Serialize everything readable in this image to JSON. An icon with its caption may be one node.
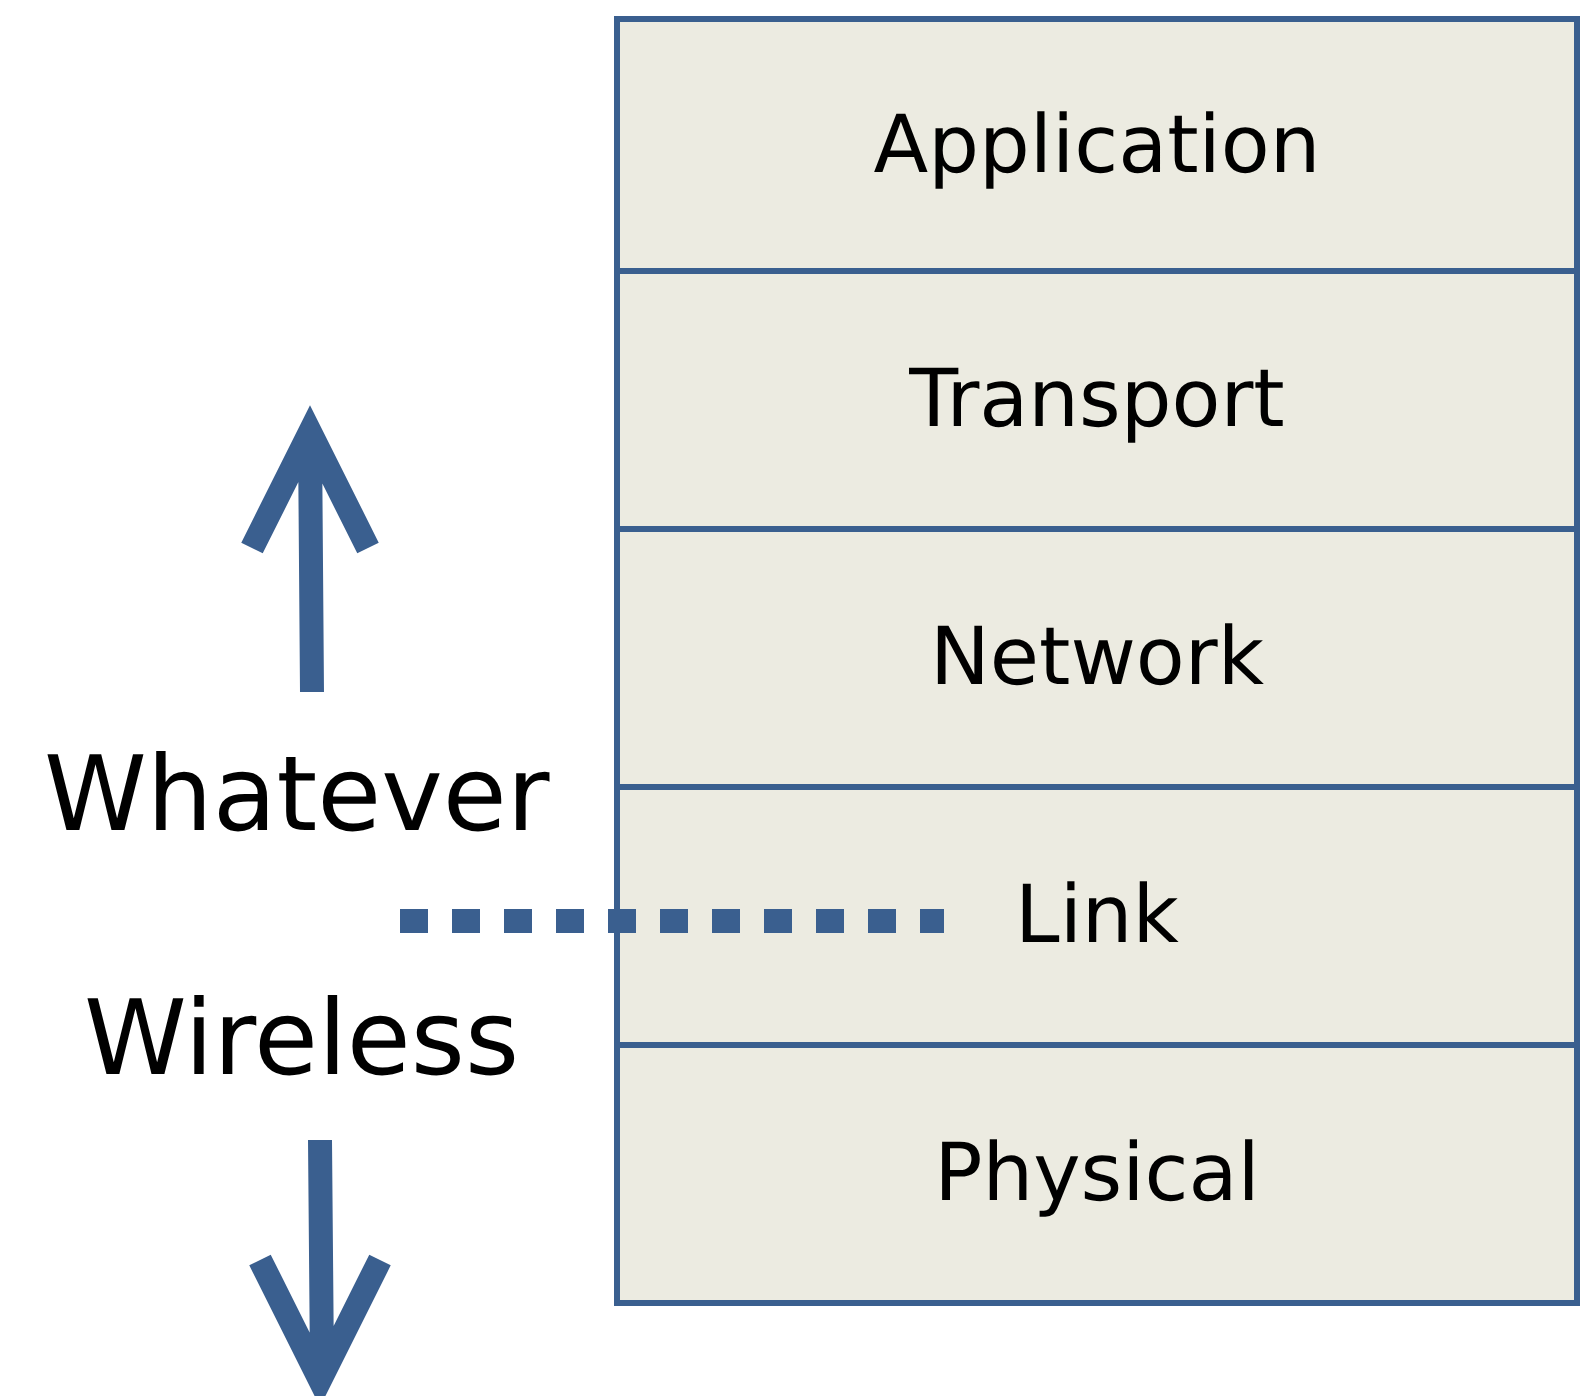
{
  "diagram": {
    "nodes": [
      {
        "text": [
          "Application"
        ]
      },
      {
        "text": [
          "Transport"
        ]
      },
      {
        "text": [
          "Network"
        ]
      },
      {
        "text": [
          "Link"
        ]
      },
      {
        "text": [
          "Physical"
        ]
      }
    ],
    "edges": [
      {
        "from": null,
        "to": 3,
        "arrow": "none",
        "style": "dashed"
      }
    ],
    "labels": [
      "Whatever",
      "Wireless"
    ]
  }
}
